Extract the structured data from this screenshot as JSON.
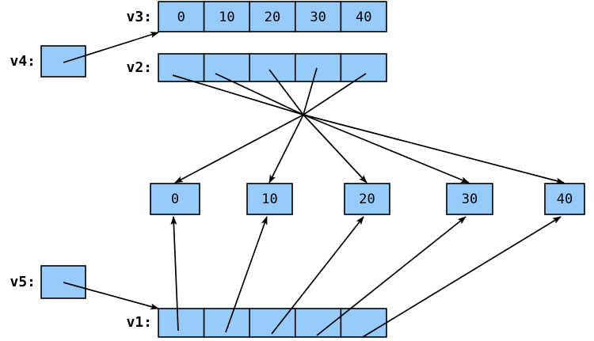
{
  "diagram": {
    "title": "pointer-array-diagram",
    "colors": {
      "cell_fill": "#96cbfa",
      "stroke": "#000000",
      "background": "#ffffff"
    },
    "variables": {
      "v1": "v1:",
      "v2": "v2:",
      "v3": "v3:",
      "v4": "v4:",
      "v5": "v5:"
    },
    "arrays": {
      "v3": {
        "label": "v3:",
        "cells": [
          "0",
          "10",
          "20",
          "30",
          "40"
        ]
      },
      "v2": {
        "label": "v2:",
        "cells": [
          "",
          "",
          "",
          "",
          ""
        ]
      },
      "v1": {
        "label": "v1:",
        "cells": [
          "",
          "",
          "",
          "",
          ""
        ]
      }
    },
    "value_boxes": {
      "label": "middle-row-values",
      "cells": [
        "0",
        "10",
        "20",
        "30",
        "40"
      ]
    },
    "pointer_boxes": {
      "v4": {
        "label": "v4:",
        "value": ""
      },
      "v5": {
        "label": "v5:",
        "value": ""
      }
    }
  }
}
